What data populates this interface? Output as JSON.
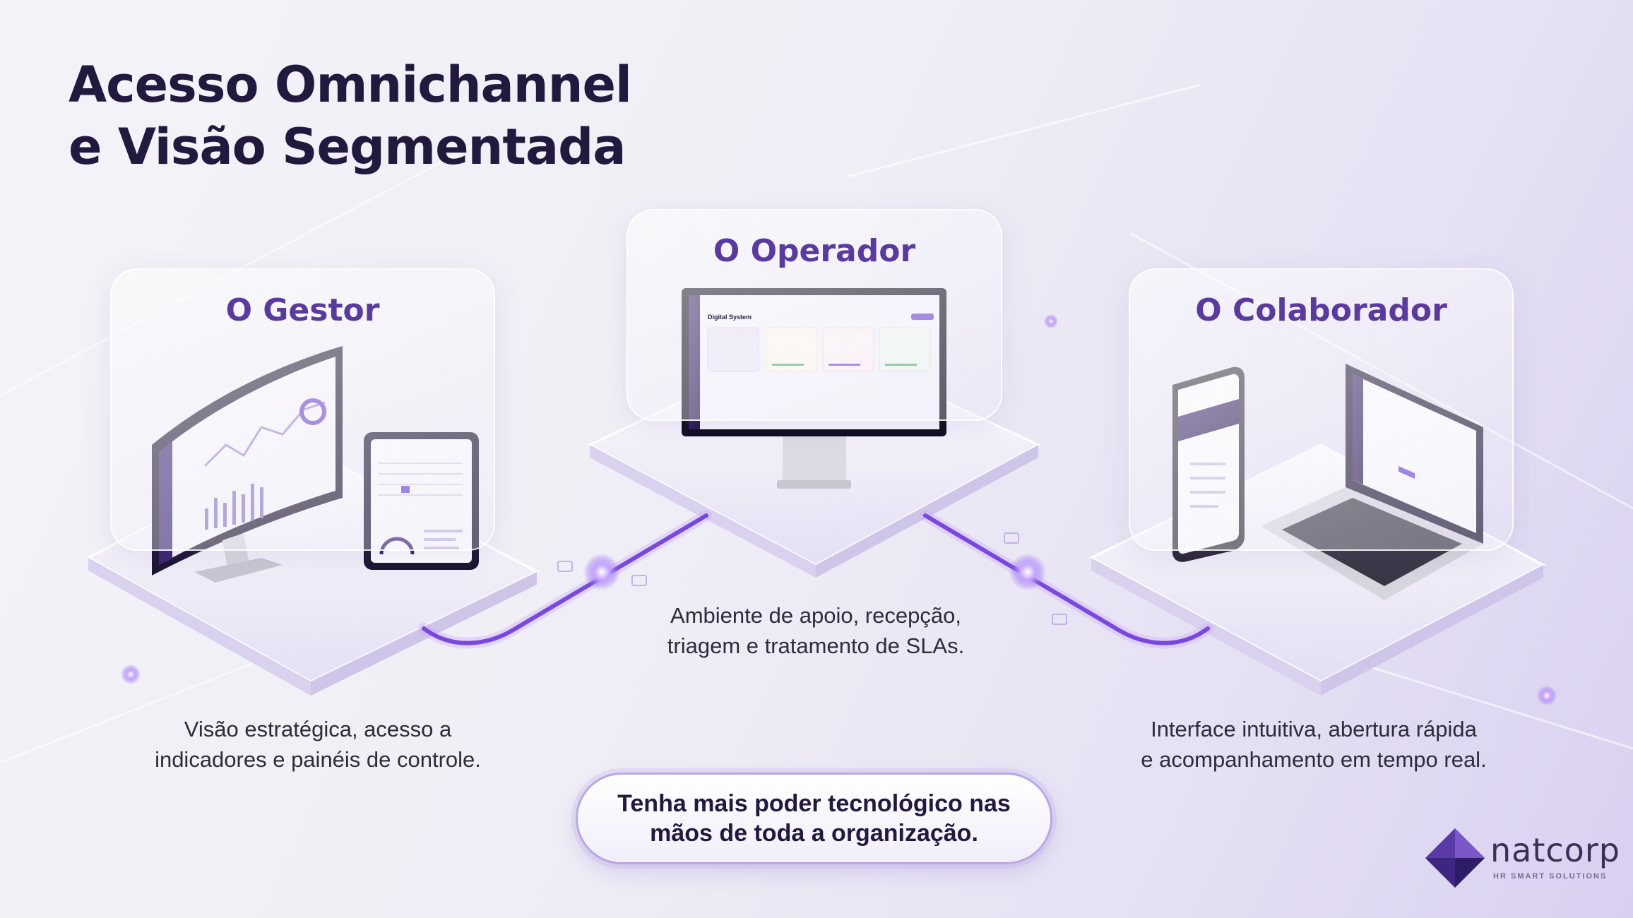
{
  "headline": {
    "line1": "Acesso Omnichannel",
    "line2": "e Visão Segmentada"
  },
  "roles": {
    "gestor": {
      "title": "O Gestor",
      "desc_line1": "Visão estratégica, acesso a",
      "desc_line2": "indicadores e painéis de controle."
    },
    "operador": {
      "title": "O Operador",
      "desc_line1": "Ambiente de apoio, recepção,",
      "desc_line2": "triagem e tratamento de SLAs.",
      "screen_title": "Digital System"
    },
    "colaborador": {
      "title": "O Colaborador",
      "desc_line1": "Interface intuitiva, abertura rápida",
      "desc_line2": "e acompanhamento em tempo real."
    }
  },
  "cta": {
    "line1": "Tenha mais poder tecnológico nas",
    "line2": "mãos de toda a organização."
  },
  "brand": {
    "name": "natcorp",
    "tagline": "HR SMART SOLUTIONS"
  },
  "colors": {
    "accent": "#6a3fd0",
    "heading": "#22193f",
    "role_title": "#5a3aa0"
  },
  "icons": [
    "monitor-icon",
    "tablet-icon",
    "smartphone-icon",
    "laptop-icon",
    "logo-diamond-icon"
  ]
}
